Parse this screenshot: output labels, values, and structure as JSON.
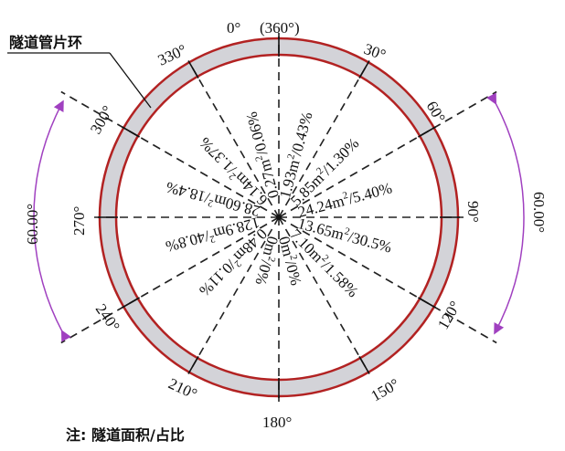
{
  "ring_label": "隧道管片环",
  "note": "注: 隧道面积/占比",
  "degree_labels": {
    "d0": "0°",
    "d360": "(360°)",
    "d30": "30°",
    "d60": "60°",
    "d90": "90°",
    "d120": "120°",
    "d150": "150°",
    "d180": "180°",
    "d210": "210°",
    "d240": "240°",
    "d270": "270°",
    "d300": "300°",
    "d330": "330°"
  },
  "span_labels": {
    "left": "60.00°",
    "right": "60.00°"
  },
  "sectors": [
    {
      "range": "0-30",
      "area": "1.93",
      "percent": "0.43%"
    },
    {
      "range": "30-60",
      "area": "5.85",
      "percent": "1.30%"
    },
    {
      "range": "60-90",
      "area": "24.24",
      "percent": "5.40%"
    },
    {
      "range": "90-120",
      "area": "13.65",
      "percent": "30.5%"
    },
    {
      "range": "120-150",
      "area": "7.10",
      "percent": "1.58%"
    },
    {
      "range": "150-180",
      "area": "0",
      "percent": "0%"
    },
    {
      "range": "180-210",
      "area": "0",
      "percent": "0%"
    },
    {
      "range": "210-240",
      "area": "0.48",
      "percent": "0.11%"
    },
    {
      "range": "240-270",
      "area": "128.9",
      "percent": "40.8%"
    },
    {
      "range": "270-300",
      "area": "28.60",
      "percent": "18.4%"
    },
    {
      "range": "300-330",
      "area": "6.14",
      "percent": "1.37%"
    },
    {
      "range": "330-360",
      "area": "0.27",
      "percent": "0.06%"
    }
  ],
  "unit": "m",
  "unit_sup": "2",
  "colors": {
    "ring_edge": "#b22222",
    "ring_fill": "#d3d3d8",
    "arc": "#a040c0",
    "line": "#222222"
  }
}
